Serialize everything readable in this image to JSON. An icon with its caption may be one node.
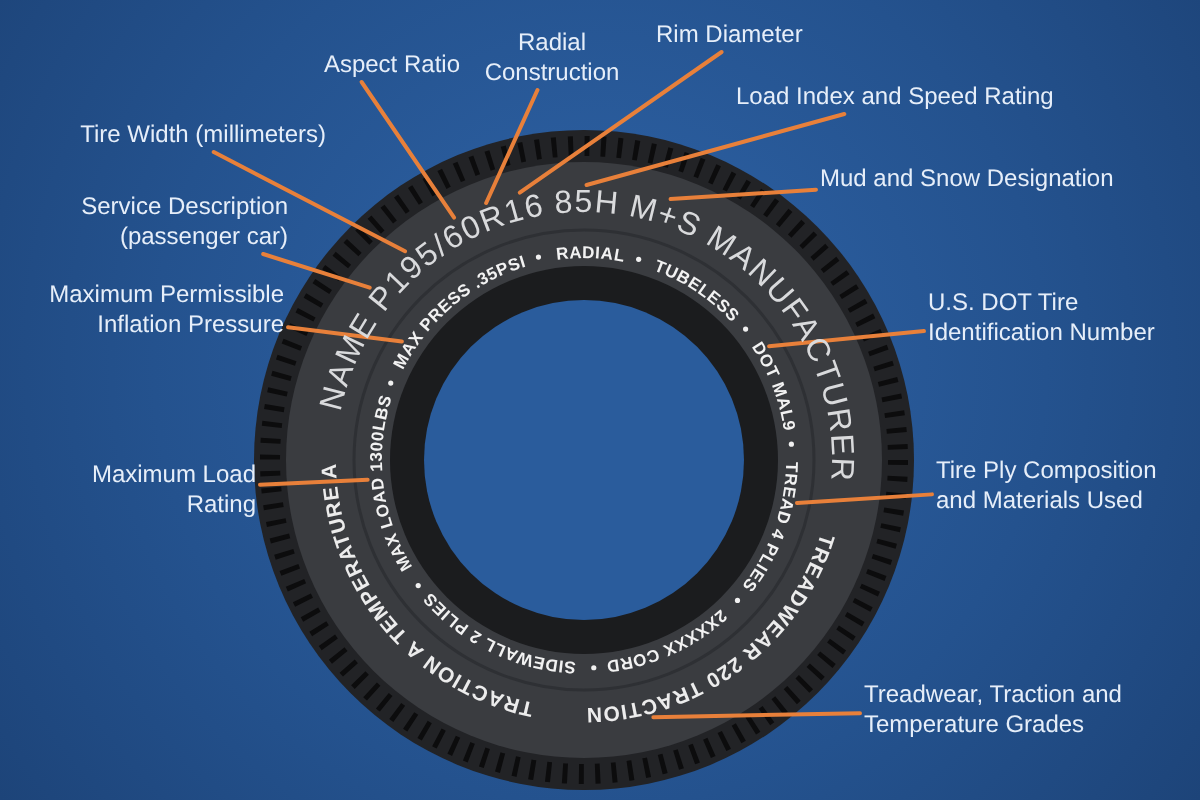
{
  "diagram": {
    "nodes": [
      {
        "text": [
          "Aspect Ratio"
        ]
      },
      {
        "text": [
          "Radial Construction"
        ]
      },
      {
        "text": [
          "Rim Diameter"
        ]
      },
      {
        "text": [
          "Load Index and Speed Rating"
        ]
      },
      {
        "text": [
          "Tire Width (millimeters)"
        ]
      },
      {
        "text": [
          "Mud and Snow Designation"
        ]
      },
      {
        "text": [
          "Service Description (passenger car)"
        ]
      },
      {
        "text": [
          "Maximum Permissible Inflation Pressure"
        ]
      },
      {
        "text": [
          "U.S. DOT Tire Identification Number"
        ]
      },
      {
        "text": [
          "Maximum Load Rating"
        ]
      },
      {
        "text": [
          "Tire Ply Composition and Materials Used"
        ]
      },
      {
        "text": [
          "Treadwear, Traction and Temperature Grades"
        ]
      },
      {
        "text": [
          "P"
        ]
      },
      {
        "text": [
          "195/"
        ]
      },
      {
        "text": [
          "60"
        ]
      },
      {
        "text": [
          "R"
        ]
      },
      {
        "text": [
          "16"
        ]
      },
      {
        "text": [
          "85H"
        ]
      },
      {
        "text": [
          "M+S"
        ]
      },
      {
        "text": [
          "MAX PRESS .35PSI"
        ]
      },
      {
        "text": [
          "DOT MAL9"
        ]
      },
      {
        "text": [
          "MAX LOAD 1300LBS"
        ]
      },
      {
        "text": [
          "TREAD 4 PLIES"
        ]
      },
      {
        "text": [
          "TREADWEAR 220 TRACTION"
        ]
      }
    ],
    "edges": [
      {
        "from": 0,
        "to": 14,
        "arrow": "none"
      },
      {
        "from": 1,
        "to": 15,
        "arrow": "none"
      },
      {
        "from": 2,
        "to": 16,
        "arrow": "none"
      },
      {
        "from": 3,
        "to": 17,
        "arrow": "none"
      },
      {
        "from": 4,
        "to": 13,
        "arrow": "none"
      },
      {
        "from": 5,
        "to": 18,
        "arrow": "none"
      },
      {
        "from": 6,
        "to": 12,
        "arrow": "none"
      },
      {
        "from": 7,
        "to": 19,
        "arrow": "none"
      },
      {
        "from": 8,
        "to": 20,
        "arrow": "none"
      },
      {
        "from": 9,
        "to": 21,
        "arrow": "none"
      },
      {
        "from": 10,
        "to": 22,
        "arrow": "none"
      },
      {
        "from": 11,
        "to": 23,
        "arrow": "none"
      }
    ],
    "labels": [
      "NAME",
      "MANUFACTURER",
      "TRACTION A TEMPERATURE A",
      "RADIAL",
      "TUBELESS",
      "2XXXXX CORD",
      "SIDEWALL 2 PLIES"
    ]
  }
}
